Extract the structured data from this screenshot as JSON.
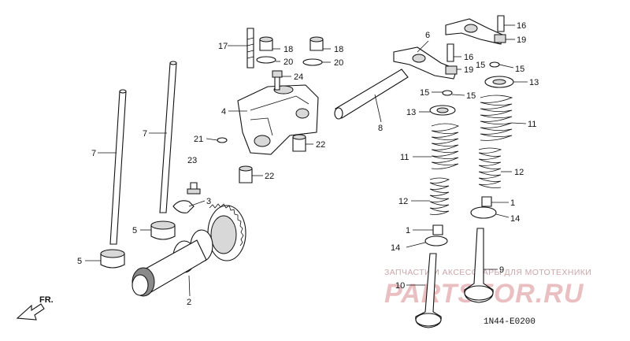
{
  "callouts": {
    "c1a": "1",
    "c1b": "1",
    "c2": "2",
    "c3": "3",
    "c4": "4",
    "c5a": "5",
    "c5b": "5",
    "c6": "6",
    "c7a": "7",
    "c7b": "7",
    "c8": "8",
    "c9": "9",
    "c10": "10",
    "c11a": "11",
    "c11b": "11",
    "c12a": "12",
    "c12b": "12",
    "c13a": "13",
    "c13b": "13",
    "c14a": "14",
    "c14b": "14",
    "c15a": "15",
    "c15b": "15",
    "c15c": "15",
    "c15d": "15",
    "c16a": "16",
    "c16b": "16",
    "c17": "17",
    "c18a": "18",
    "c18b": "18",
    "c19a": "19",
    "c19b": "19",
    "c20a": "20",
    "c20b": "20",
    "c21": "21",
    "c22a": "22",
    "c22b": "22",
    "c23": "23",
    "c24": "24"
  },
  "direction_marker": "FR.",
  "diagram_code": "1N44-E0200",
  "watermark": {
    "tagline": "ЗАПЧАСТИ И АКСЕССУАРЫ ДЛЯ МОТОТЕХНИКИ",
    "brand": "PARTSFOR.RU"
  },
  "colors": {
    "line": "#111111",
    "watermark_text": "#d98b90",
    "background": "#ffffff"
  }
}
